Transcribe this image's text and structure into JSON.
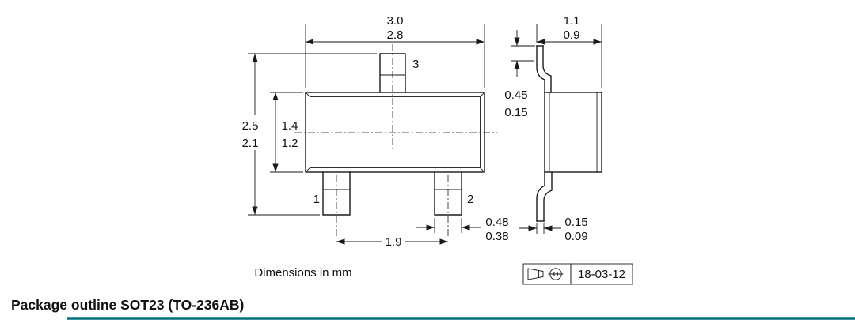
{
  "title": "Package outline SOT23 (TO-236AB)",
  "note": "Dimensions in mm",
  "stamp": {
    "date": "18-03-12",
    "symbol_icon": "first-angle-projection-icon"
  },
  "front_view": {
    "pins": {
      "p1": "1",
      "p2": "2",
      "p3": "3"
    },
    "dims": {
      "body_length": {
        "max": "3.0",
        "min": "2.8"
      },
      "lead_span": {
        "max": "2.5",
        "min": "2.1"
      },
      "body_width": {
        "max": "1.4",
        "min": "1.2"
      },
      "lead_width": {
        "max": "0.48",
        "min": "0.38"
      },
      "lead_pitch": "1.9"
    }
  },
  "side_view": {
    "dims": {
      "height": {
        "max": "1.1",
        "min": "0.9"
      },
      "foot_length": {
        "max": "0.45",
        "min": "0.15"
      },
      "lead_thickness": {
        "max": "0.15",
        "min": "0.09"
      }
    }
  },
  "colors": {
    "accent": "#00707a",
    "line": "#1a1a1a"
  }
}
